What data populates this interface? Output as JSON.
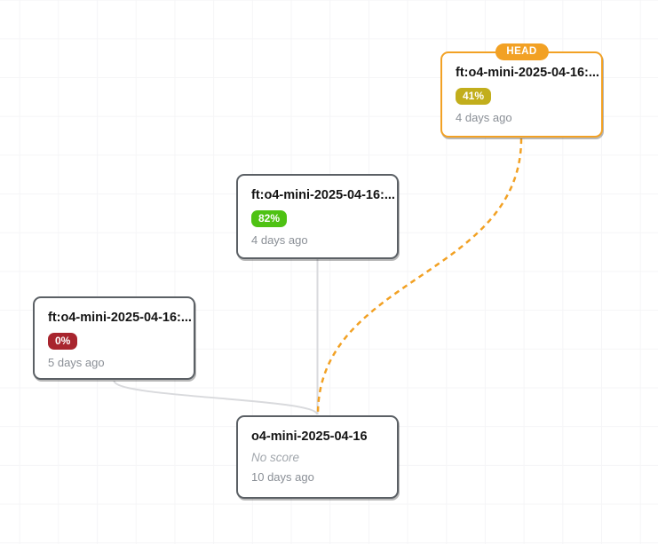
{
  "colors": {
    "head_orange": "#f2a124",
    "edge_gray": "#d9dadd",
    "node_border_gray": "#5b6065",
    "score_green": "#4ec213",
    "score_yellow": "#c2ae1c",
    "score_red": "#a8252e"
  },
  "head_badge": {
    "label": "HEAD"
  },
  "nodes": [
    {
      "id": "ft-41-head",
      "title": "ft:o4-mini-2025-04-16:...",
      "score": "41%",
      "score_color": "#c2ae1c",
      "date": "4 days ago",
      "is_head": true
    },
    {
      "id": "ft-82",
      "title": "ft:o4-mini-2025-04-16:...",
      "score": "82%",
      "score_color": "#4ec213",
      "date": "4 days ago",
      "is_head": false
    },
    {
      "id": "ft-0",
      "title": "ft:o4-mini-2025-04-16:...",
      "score": "0%",
      "score_color": "#a8252e",
      "date": "5 days ago",
      "is_head": false
    },
    {
      "id": "base",
      "title": "o4-mini-2025-04-16",
      "no_score_label": "No score",
      "date": "10 days ago",
      "is_head": false
    }
  ],
  "edges": [
    {
      "from": "ft-82",
      "to": "base",
      "style": "solid"
    },
    {
      "from": "ft-0",
      "to": "base",
      "style": "solid"
    },
    {
      "from": "ft-41-head",
      "to": "base",
      "style": "dashed"
    }
  ]
}
